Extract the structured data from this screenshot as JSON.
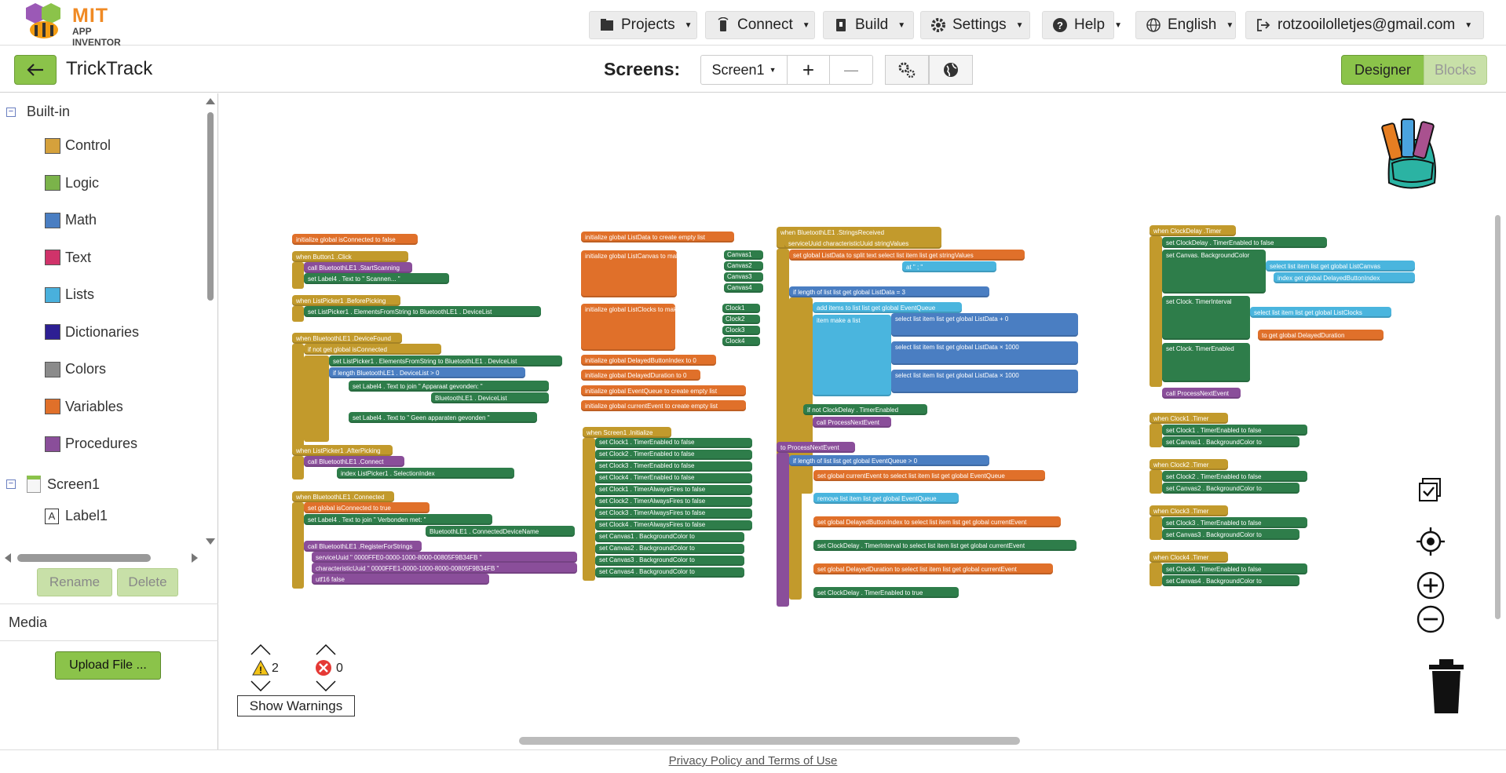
{
  "app": {
    "logo_main": "MIT",
    "logo_sub": "APP INVENTOR"
  },
  "menu": {
    "projects": "Projects",
    "connect": "Connect",
    "build": "Build",
    "settings": "Settings",
    "help": "Help",
    "language": "English",
    "account": "rotzooilolletjes@gmail.com"
  },
  "project": {
    "name": "TrickTrack",
    "screens_label": "Screens:",
    "current_screen": "Screen1",
    "add": "+",
    "remove": "—",
    "designer": "Designer",
    "blocks": "Blocks"
  },
  "tree": {
    "builtin": "Built-in",
    "items": [
      "Control",
      "Logic",
      "Math",
      "Text",
      "Lists",
      "Dictionaries",
      "Colors",
      "Variables",
      "Procedures"
    ],
    "colors": [
      "#d5a13c",
      "#7bb34a",
      "#4a7ec2",
      "#d0336a",
      "#49b0dc",
      "#2d1f93",
      "#8b8b8b",
      "#e0702a",
      "#8a4e9a"
    ],
    "screen": "Screen1",
    "label": "Label1",
    "rename": "Rename",
    "delete": "Delete",
    "media": "Media",
    "upload": "Upload File ..."
  },
  "warnings": {
    "warn_count": "2",
    "error_count": "0",
    "show": "Show Warnings"
  },
  "footer": {
    "link": "Privacy Policy and Terms of Use"
  },
  "blocks": {
    "b1": "initialize global  isConnected  to  false",
    "b2a": "when  Button1 .Click",
    "b2b": "call  BluetoothLE1 .StartScanning",
    "b2c": "set  Label4 . Text  to  \" Scannen... \"",
    "b3a": "when  ListPicker1 .BeforePicking",
    "b3b": "set  ListPicker1 . ElementsFromString  to  BluetoothLE1 . DeviceList",
    "b4a": "when  BluetoothLE1 .DeviceFound",
    "b4b": "if  not  get  global isConnected",
    "b4c": "set  ListPicker1 . ElementsFromString  to  BluetoothLE1 . DeviceList",
    "b4d": "if  length  BluetoothLE1 . DeviceList  >  0",
    "b4e": "set  Label4 . Text  to  join  \" Apparaat gevonden: \"",
    "b4f": "BluetoothLE1 . DeviceList",
    "b4g": "set  Label4 . Text  to  \" Geen apparaten gevonden \"",
    "b5a": "when  ListPicker1 .AfterPicking",
    "b5b": "call  BluetoothLE1 .Connect",
    "b5c": "index  ListPicker1 . SelectionIndex",
    "b6a": "when  BluetoothLE1 .Connected",
    "b6b": "set  global isConnected  to  true",
    "b6c": "set  Label4 . Text  to  join  \" Verbonden met: \"",
    "b6d": "BluetoothLE1 . ConnectedDeviceName",
    "b6e": "call  BluetoothLE1 .RegisterForStrings",
    "b6f": "serviceUuid  \" 0000FFE0-0000-1000-8000-00805F9B34FB \"",
    "b6g": "characteristicUuid  \" 0000FFE1-0000-1000-8000-00805F9B34FB \"",
    "b6h": "utf16  false",
    "c1": "initialize global  ListData  to  create empty list",
    "c2": "initialize global  ListCanvas  to  make a list",
    "c2i": [
      "Canvas1",
      "Canvas2",
      "Canvas3",
      "Canvas4"
    ],
    "c3": "initialize global  ListClocks  to  make a list",
    "c3i": [
      "Clock1",
      "Clock2",
      "Clock3",
      "Clock4"
    ],
    "c4": "initialize global  DelayedButtonIndex  to  0",
    "c5": "initialize global  DelayedDuration  to  0",
    "c6": "initialize global  EventQueue  to  create empty list",
    "c7": "initialize global  currentEvent  to  create empty list",
    "c8": "when  Screen1 .Initialize",
    "c8r": [
      "set Clock1 . TimerEnabled to false",
      "set Clock2 . TimerEnabled to false",
      "set Clock3 . TimerEnabled to false",
      "set Clock4 . TimerEnabled to false",
      "set Clock1 . TimerAlwaysFires to false",
      "set Clock2 . TimerAlwaysFires to false",
      "set Clock3 . TimerAlwaysFires to false",
      "set Clock4 . TimerAlwaysFires to false",
      "set Canvas1 . BackgroundColor to",
      "set Canvas2 . BackgroundColor to",
      "set Canvas3 . BackgroundColor to",
      "set Canvas4 . BackgroundColor to"
    ],
    "d1": "when  BluetoothLE1 .StringsReceived",
    "d1p": "serviceUuid  characteristicUuid  stringValues",
    "d2": "set  global ListData  to  split  text  select list item  list  get stringValues",
    "d2b": "at  \" ; \"",
    "d3": "if  length of list  list  get global ListData  =  3",
    "d4": "add items to list  list  get global EventQueue",
    "d5": "item  make a list",
    "d6": [
      "select list item list get global ListData  +  0",
      "select list item list get global ListData  ×  1000",
      "select list item list get global ListData  ×  1000"
    ],
    "d7": "if  not  ClockDelay . TimerEnabled",
    "d8": "call  ProcessNextEvent",
    "e1": "to  ProcessNextEvent",
    "e2": "if  length of list  list  get global EventQueue  >  0",
    "e3": "set  global currentEvent  to  select list item  list  get global EventQueue",
    "e4": "remove list item  list  get global EventQueue",
    "e5": "set  global DelayedButtonIndex  to  select list item  list  get global currentEvent",
    "e6": "set  ClockDelay . TimerInterval  to  select list item  list  get global currentEvent",
    "e7": "set  global DelayedDuration  to  select list item  list  get global currentEvent",
    "e8": "set  ClockDelay . TimerEnabled  to  true",
    "f1": "when  ClockDelay .Timer",
    "f2": "set  ClockDelay . TimerEnabled  to  false",
    "f3": "set Canvas.  BackgroundColor",
    "f3b": "select list item  list  get global ListCanvas",
    "f3c": "index  get global DelayedButtonIndex",
    "f4": "set Clock.  TimerInterval",
    "f4b": "select list item  list  get global ListClocks",
    "f4c": "to  get global DelayedDuration",
    "f5": "set Clock.  TimerEnabled",
    "f6": "call  ProcessNextEvent",
    "g": [
      {
        "when": "when  Clock1 .Timer",
        "r1": "set  Clock1 . TimerEnabled  to  false",
        "r2": "set  Canvas1 . BackgroundColor  to"
      },
      {
        "when": "when  Clock2 .Timer",
        "r1": "set  Clock2 . TimerEnabled  to  false",
        "r2": "set  Canvas2 . BackgroundColor  to"
      },
      {
        "when": "when  Clock3 .Timer",
        "r1": "set  Clock3 . TimerEnabled  to  false",
        "r2": "set  Canvas3 . BackgroundColor  to"
      },
      {
        "when": "when  Clock4 .Timer",
        "r1": "set  Clock4 . TimerEnabled  to  false",
        "r2": "set  Canvas4 . BackgroundColor  to"
      }
    ]
  }
}
